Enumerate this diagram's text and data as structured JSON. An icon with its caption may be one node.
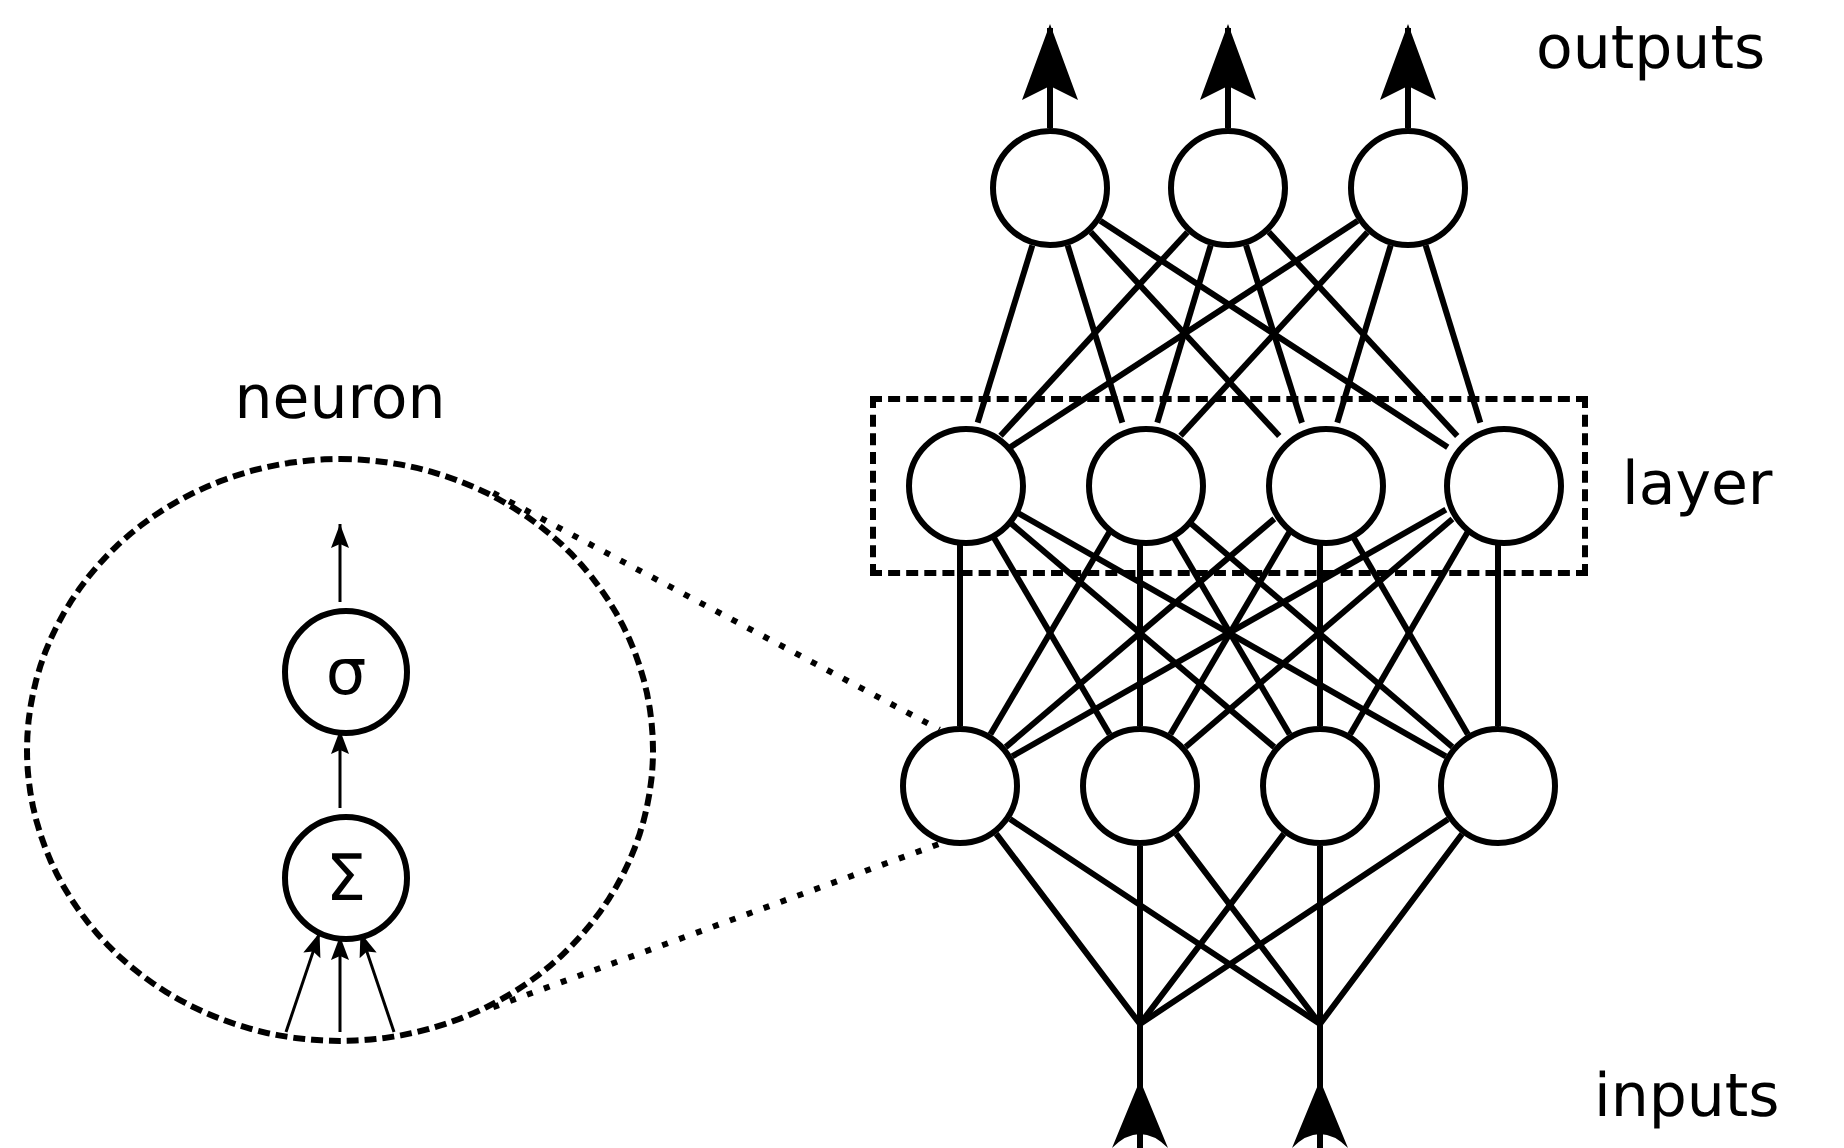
{
  "diagram": {
    "nodes": [
      {
        "text": [
          "neuron"
        ]
      },
      {
        "text": [
          "σ"
        ],
        "in": 0
      },
      {
        "text": [
          "Σ"
        ],
        "in": 0
      },
      {
        "text": [
          "layer"
        ]
      },
      {
        "text": [],
        "shape": "circle"
      },
      {
        "text": [],
        "shape": "circle"
      },
      {
        "text": [],
        "shape": "circle"
      },
      {
        "text": [],
        "shape": "circle",
        "in": 3
      },
      {
        "text": [],
        "shape": "circle",
        "in": 3
      },
      {
        "text": [],
        "shape": "circle",
        "in": 3
      },
      {
        "text": [],
        "shape": "circle",
        "in": 3
      },
      {
        "text": [],
        "shape": "circle"
      },
      {
        "text": [],
        "shape": "circle"
      },
      {
        "text": [],
        "shape": "circle"
      },
      {
        "text": [],
        "shape": "circle"
      },
      {
        "text": [],
        "shape": "triangle"
      },
      {
        "text": [],
        "shape": "triangle"
      }
    ],
    "edges": [
      {
        "from": 2,
        "to": 1,
        "arrow": "to"
      },
      {
        "from": 1,
        "to": null,
        "arrow": "to"
      },
      {
        "from": null,
        "to": 2,
        "arrow": "to"
      },
      {
        "from": null,
        "to": 2,
        "arrow": "to"
      },
      {
        "from": null,
        "to": 2,
        "arrow": "to"
      },
      {
        "from": 0,
        "to": 11,
        "arrow": "none",
        "style": "dashed"
      },
      {
        "from": 0,
        "to": 11,
        "arrow": "none",
        "style": "dashed"
      },
      {
        "from": 7,
        "to": 4,
        "arrow": "none"
      },
      {
        "from": 7,
        "to": 5,
        "arrow": "none"
      },
      {
        "from": 7,
        "to": 6,
        "arrow": "none"
      },
      {
        "from": 8,
        "to": 4,
        "arrow": "none"
      },
      {
        "from": 8,
        "to": 5,
        "arrow": "none"
      },
      {
        "from": 8,
        "to": 6,
        "arrow": "none"
      },
      {
        "from": 9,
        "to": 4,
        "arrow": "none"
      },
      {
        "from": 9,
        "to": 5,
        "arrow": "none"
      },
      {
        "from": 9,
        "to": 6,
        "arrow": "none"
      },
      {
        "from": 10,
        "to": 4,
        "arrow": "none"
      },
      {
        "from": 10,
        "to": 5,
        "arrow": "none"
      },
      {
        "from": 10,
        "to": 6,
        "arrow": "none"
      },
      {
        "from": 11,
        "to": 7,
        "arrow": "none"
      },
      {
        "from": 11,
        "to": 8,
        "arrow": "none"
      },
      {
        "from": 11,
        "to": 9,
        "arrow": "none"
      },
      {
        "from": 11,
        "to": 10,
        "arrow": "none"
      },
      {
        "from": 12,
        "to": 7,
        "arrow": "none"
      },
      {
        "from": 12,
        "to": 8,
        "arrow": "none"
      },
      {
        "from": 12,
        "to": 9,
        "arrow": "none"
      },
      {
        "from": 12,
        "to": 10,
        "arrow": "none"
      },
      {
        "from": 13,
        "to": 7,
        "arrow": "none"
      },
      {
        "from": 13,
        "to": 8,
        "arrow": "none"
      },
      {
        "from": 13,
        "to": 9,
        "arrow": "none"
      },
      {
        "from": 13,
        "to": 10,
        "arrow": "none"
      },
      {
        "from": 14,
        "to": 7,
        "arrow": "none"
      },
      {
        "from": 14,
        "to": 8,
        "arrow": "none"
      },
      {
        "from": 14,
        "to": 9,
        "arrow": "none"
      },
      {
        "from": 14,
        "to": 10,
        "arrow": "none"
      },
      {
        "from": 15,
        "to": 11,
        "arrow": "none"
      },
      {
        "from": 15,
        "to": 12,
        "arrow": "none"
      },
      {
        "from": 15,
        "to": 13,
        "arrow": "none"
      },
      {
        "from": 15,
        "to": 14,
        "arrow": "none"
      },
      {
        "from": 16,
        "to": 11,
        "arrow": "none"
      },
      {
        "from": 16,
        "to": 12,
        "arrow": "none"
      },
      {
        "from": 16,
        "to": 13,
        "arrow": "none"
      },
      {
        "from": 16,
        "to": 14,
        "arrow": "none"
      },
      {
        "from": 4,
        "to": null,
        "arrow": "to"
      },
      {
        "from": 5,
        "to": null,
        "arrow": "to"
      },
      {
        "from": 6,
        "to": null,
        "arrow": "to"
      }
    ],
    "labels": [
      "outputs",
      "inputs"
    ]
  }
}
